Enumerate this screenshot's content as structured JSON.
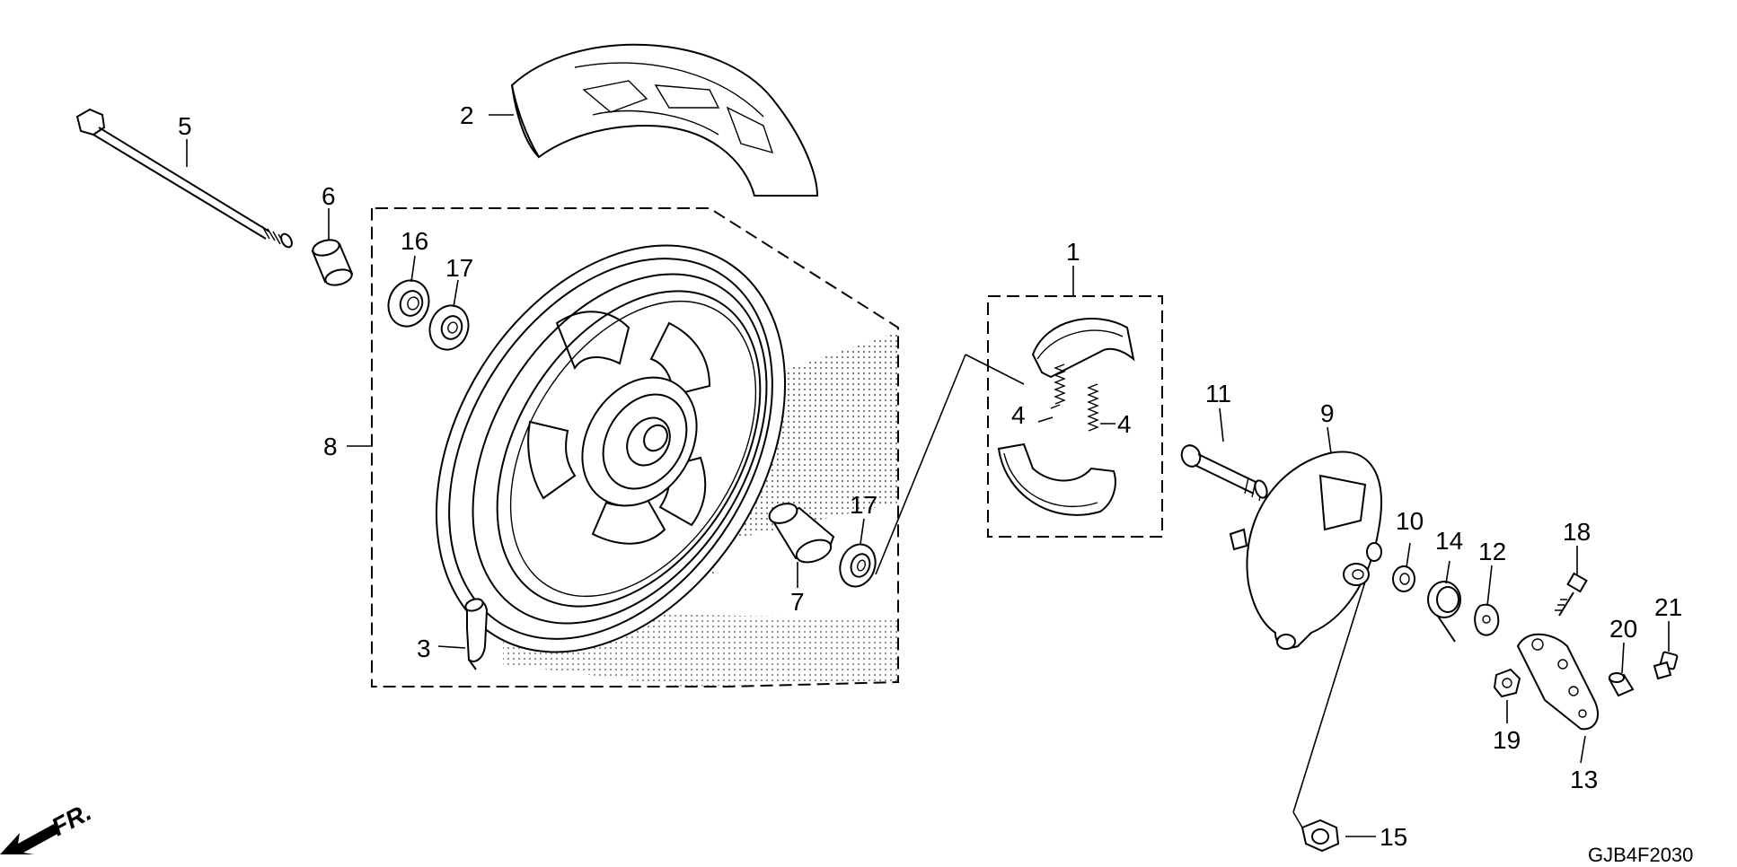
{
  "diagram": {
    "drawing_code": "GJB4F2030",
    "direction_label": "FR.",
    "callouts": {
      "c1": "1",
      "c2": "2",
      "c3": "3",
      "c4a": "4",
      "c4b": "4",
      "c5": "5",
      "c6": "6",
      "c7": "7",
      "c8": "8",
      "c9": "9",
      "c10": "10",
      "c11": "11",
      "c12": "12",
      "c13": "13",
      "c14": "14",
      "c15": "15",
      "c16": "16",
      "c17a": "17",
      "c17b": "17",
      "c18": "18",
      "c19": "19",
      "c20": "20",
      "c21": "21"
    }
  }
}
